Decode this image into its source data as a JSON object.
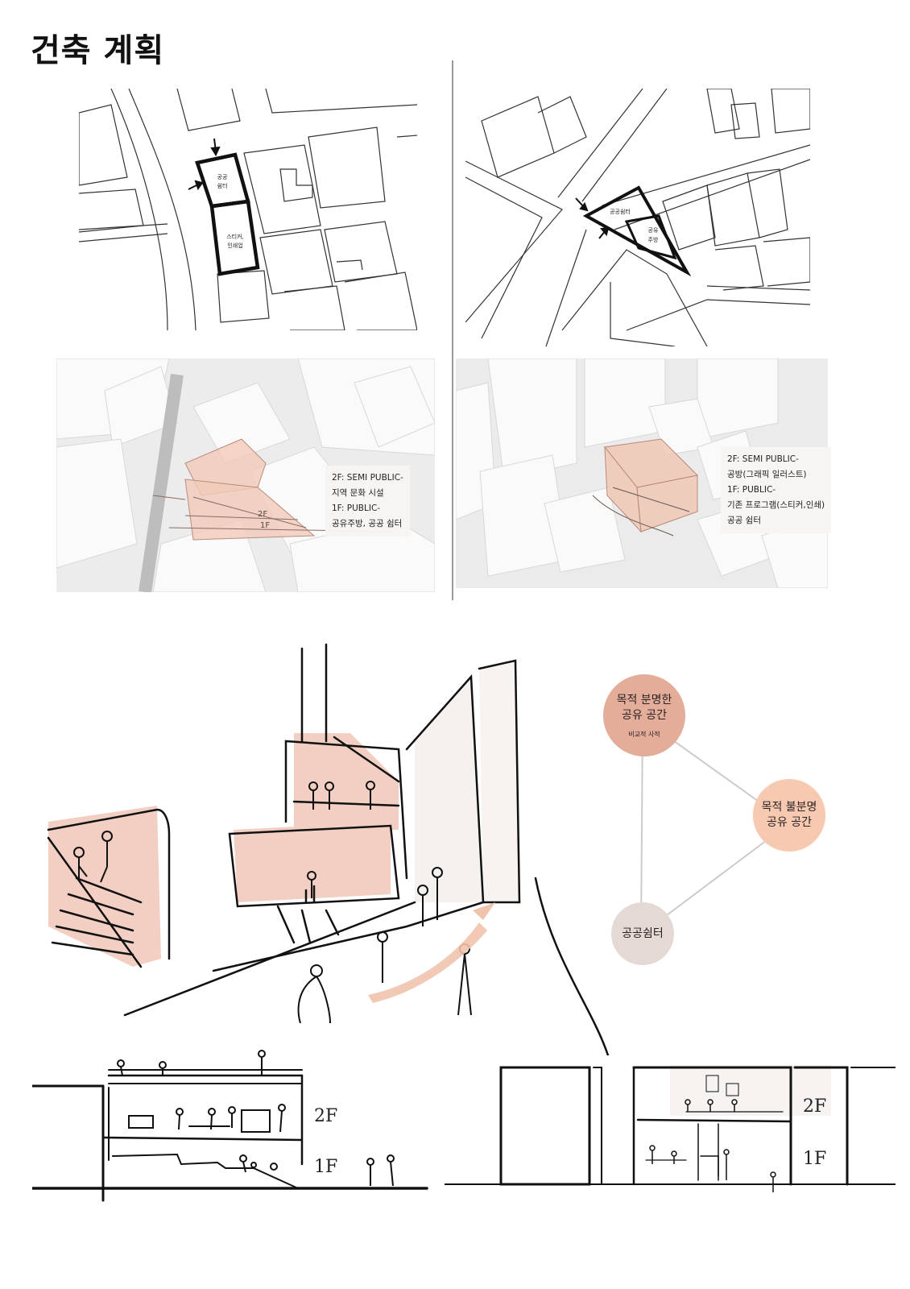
{
  "page": {
    "title": "건축 계획"
  },
  "site_a": {
    "plan_labels": {
      "shelter": [
        "공공",
        "쉼터"
      ],
      "program": [
        "스티커,",
        "인쇄업"
      ]
    },
    "massing_note": [
      "2F: SEMI PUBLIC-",
      "지역 문화 시설",
      "1F: PUBLIC-",
      "공유주방, 공공 쉼터"
    ],
    "sketch_marks": [
      "2F",
      "1F"
    ]
  },
  "site_b": {
    "plan_labels": {
      "shelter": "공공쉼터",
      "kitchen": [
        "공유",
        "주방"
      ]
    },
    "massing_note": [
      "2F: SEMI PUBLIC-",
      "공방(그래픽 일러스트)",
      "1F: PUBLIC-",
      "기존 프로그램(스티커,인쇄)",
      "공공 쉼터"
    ]
  },
  "diagram": {
    "nodes": [
      {
        "label": "목적 분명한\n공유 공간",
        "sub": "비교적 사적",
        "color": "#e3ad99"
      },
      {
        "label": "목적 불분명\n공유 공간",
        "sub": "",
        "color": "#f7c9b1"
      },
      {
        "label": "공공쉼터",
        "sub": "",
        "color": "#e4d9d5"
      }
    ],
    "link_color": "#cccccc"
  },
  "sections": {
    "left": {
      "floor_labels": [
        "2F",
        "1F"
      ]
    },
    "right": {
      "floor_labels": [
        "2F",
        "1F"
      ]
    }
  },
  "colors": {
    "accent_pink": "#f0c8b8",
    "ink": "#111111"
  }
}
